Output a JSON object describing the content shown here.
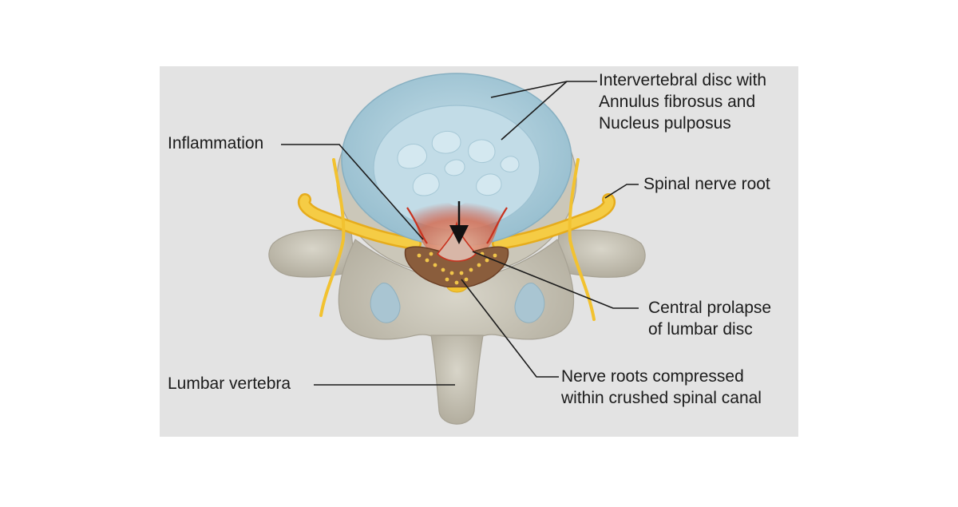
{
  "labels": {
    "disc": {
      "lines": [
        "Intervertebral disc with",
        "Annulus fibrosus and",
        "Nucleus pulposus"
      ]
    },
    "inflammation": {
      "text": "Inflammation"
    },
    "nerve_root": {
      "text": "Spinal nerve root"
    },
    "prolapse": {
      "lines": [
        "Central prolapse",
        "of lumbar disc"
      ]
    },
    "vertebra": {
      "text": "Lumbar vertebra"
    },
    "compressed": {
      "lines": [
        "Nerve roots compressed",
        "within crushed spinal canal"
      ]
    }
  },
  "colors": {
    "panel_background": "#e3e3e3",
    "page_background": "#ffffff",
    "bone": "#c9c5b7",
    "bone_shadow": "#a7a294",
    "disc_annulus": "#a9cad8",
    "disc_nucleus": "#c2dce7",
    "nerve": "#f2c230",
    "inflammation": "#c8321f",
    "leader_line": "#1b1b1b",
    "text": "#1b1b1b"
  }
}
